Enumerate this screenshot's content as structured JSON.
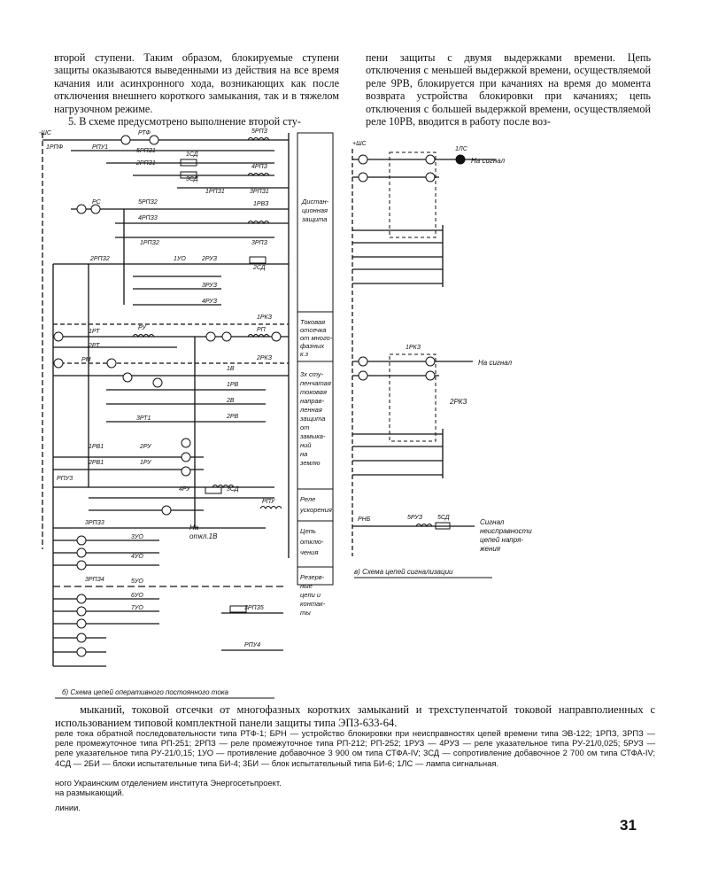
{
  "left_column": [
    "второй ступени. Таким образом, блокируемые ступени защиты оказываются выведенными из действия на все время качания или асинхронного хода, возникающих как после отключения внешнего короткого замыкания, так и в тяжелом нагрузочном режиме.",
    "5. В схеме предусмотрено выполнение второй сту-"
  ],
  "right_column": [
    "пени защиты с двумя выдержками времени. Цепь отключения с меньшей выдержкой времени, осуществляемой реле 9РВ, блокируется при качаниях на время до момента возврата устройства блокировки при качаниях; цепь отключения с большей выдержкой времени, осуществляемой реле 10РВ, вводится в работу после воз-"
  ],
  "diagram": {
    "side_labels": [
      [
        "Дистан-",
        "ционная",
        "защита"
      ],
      [
        "Токовая",
        "отсечка",
        "от много-",
        "фазных",
        "к.з"
      ],
      [
        "3х сту-",
        "пенчатая",
        "токовая",
        "направ-",
        "ленная",
        "защита",
        "от",
        "замыка-",
        "ний",
        "на",
        "землю"
      ],
      [
        "Реле",
        "ускорения"
      ],
      [
        "Цепь",
        "отклю-",
        "чения"
      ],
      [
        "Резерв-",
        "ные",
        "цепи и",
        "контак-",
        "ты"
      ]
    ],
    "caption_b": "б) Схема цепей оперативного постоянного тока",
    "caption_v": "в) Схема цепей сигнализации",
    "signal_label": "На сигнал",
    "signal_label_2": "На сигнал",
    "fault_signal": [
      "Сигнал",
      "неисправности",
      "цепей напря-",
      "жения"
    ],
    "to_trip": [
      "На",
      "откл.1В"
    ],
    "minus": "-ШС",
    "plus": "+ШС",
    "relay_labels": {
      "r1": "1РПФ",
      "r2": "РПУ1",
      "r3": "РТФ",
      "r4": "5РПЗ",
      "r5": "5РПЗ1",
      "r6": "2РПЗ1",
      "r7": "1СД",
      "r8": "3СД",
      "r9": "4РПЗ",
      "r10": "1РПЗ1",
      "r11": "3РПЗ1",
      "r12": "РС",
      "r13": "5РПЗ2",
      "r14": "1РВЗ",
      "r15": "4РПЗ3",
      "r16": "2РПЗ2",
      "r17": "1РПЗ2",
      "r18": "3РПЗ",
      "r19": "1УО",
      "r20": "2РУЗ",
      "r21": "2СД",
      "r22": "3РУЗ",
      "r23": "4РУЗ",
      "r24": "1РКЗ",
      "r25": "1РТ",
      "r26": "2РТ",
      "r27": "РУ",
      "r28": "РП",
      "r29": "РМ",
      "r30": "2РКЗ",
      "r31": "1В",
      "r32": "1РВ",
      "r33": "2В",
      "r34": "2РВ",
      "r35": "3РТ1",
      "r36": "1РВ1",
      "r37": "2РУ",
      "r38": "1РУ",
      "r39": "2РВ1",
      "r40": "РПУ3",
      "r41": "4РУ",
      "r42": "3СД",
      "r43": "РПУ",
      "r44": "3РПЗ3",
      "r45": "3УО",
      "r46": "4УО",
      "r47": "3РПЗ4",
      "r48": "5УО",
      "r49": "6УО",
      "r50": "7УО",
      "r51": "3РПЗ5",
      "r52": "РПУ4",
      "r53": "1ЛС",
      "r54": "РНБ",
      "r55": "5РУЗ",
      "r56": "5СД",
      "r57": "2РКЗ",
      "r58": "1РКЗ"
    }
  },
  "caption": "мыканий, токовой отсечки от многофазных коротких замыканий и трехступенчатой токовой направполиенных с использованием типовой комплектной панели защиты типа ЭПЗ-633-64.",
  "legend": "реле тока обратной последовательности типа РТФ-1; БРН — устройство блокировки при неисправностях цепей времени типа ЭВ-122; 1РПЗ, 3РПЗ — реле промежуточное типа РП-251; 2РПЗ — реле промежуточное типа РП-212; РП-252; 1РУЗ — 4РУЗ — реле указательное типа РУ-21/0,025; 5РУЗ — реле указательное типа РУ-21/0,15; 1УО — противление добавочное 3 900 ом типа СТФА-IV; 3СД — сопротивление добавочное 2 700 ом типа СТФА-IV; 4СД — 2БИ — блоки испытательные типа БИ-4; 3БИ — блок испытательный типа БИ-6; 1ЛС — лампа сигнальная.",
  "note1": "ного Украинским отделением института Энергосетьпроект.",
  "note2": "на размыкающий.",
  "note3": "линии.",
  "page_number": "31"
}
